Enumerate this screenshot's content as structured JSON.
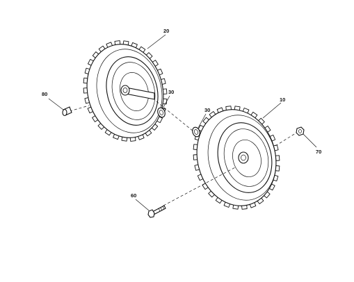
{
  "diagram": {
    "callouts": {
      "front_wheel": "20",
      "rear_wheel": "10",
      "upper_washer": "30",
      "lower_washer": "30",
      "bolt": "60",
      "nut": "70",
      "cap": "80"
    }
  }
}
